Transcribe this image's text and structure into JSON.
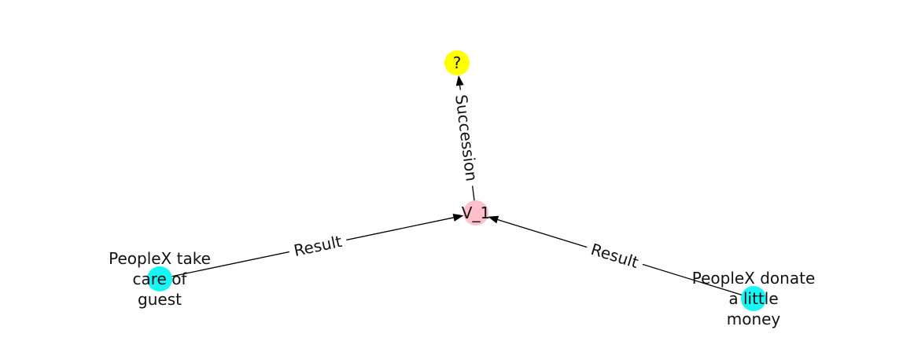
{
  "graph": {
    "nodes": [
      {
        "id": "q",
        "label_lines": [
          "?"
        ],
        "color": "#ffff00"
      },
      {
        "id": "v1",
        "label_lines": [
          "V_1"
        ],
        "color": "#ffc0cb"
      },
      {
        "id": "a",
        "label_lines": [
          "PeopleX take",
          "care of",
          "guest"
        ],
        "color": "#18f5f5"
      },
      {
        "id": "b",
        "label_lines": [
          "PeopleX donate",
          "a little",
          "money"
        ],
        "color": "#18f5f5"
      }
    ],
    "edges": [
      {
        "from": "v1",
        "to": "q",
        "label": "Succession"
      },
      {
        "from": "a",
        "to": "v1",
        "label": "Result"
      },
      {
        "from": "b",
        "to": "v1",
        "label": "Result"
      }
    ]
  }
}
